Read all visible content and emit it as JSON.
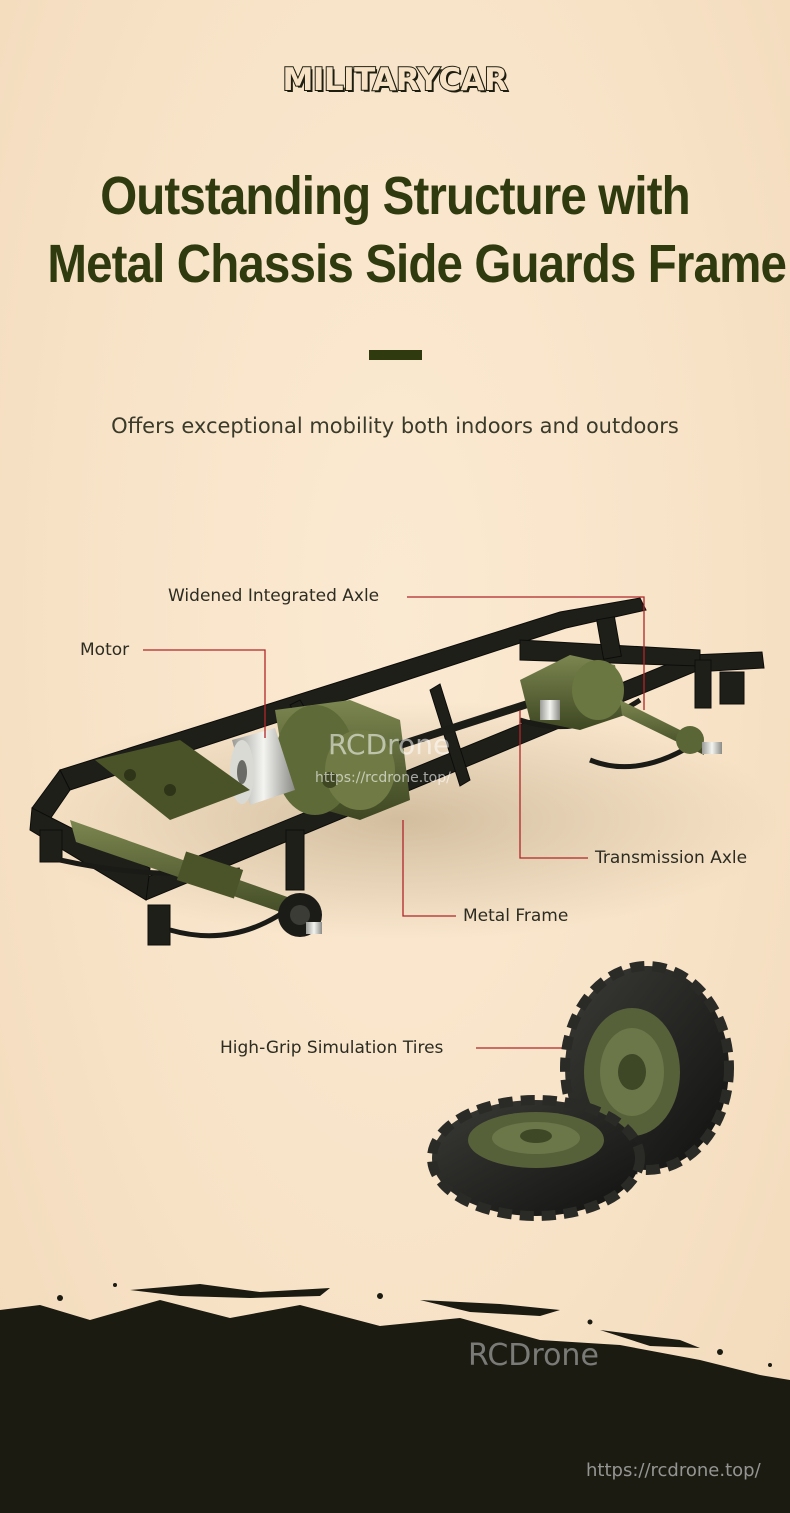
{
  "brand_logo": "MILITARYCAR",
  "headline": {
    "line1": "Outstanding Structure with",
    "line2": "Metal Chassis Side Guards Frame"
  },
  "subtitle": "Offers exceptional mobility both indoors and outdoors",
  "callouts": {
    "axle": "Widened Integrated Axle",
    "motor": "Motor",
    "transmission": "Transmission Axle",
    "frame": "Metal Frame",
    "tires": "High-Grip Simulation Tires"
  },
  "watermark": {
    "name": "RCDrone",
    "url": "https://rcdrone.top/"
  },
  "colors": {
    "background": "#f7e2c6",
    "headline": "#2f3a0f",
    "chassis_green": "#5b6636",
    "frame_black": "#1f1f1a",
    "leader_line": "#b0262a"
  }
}
